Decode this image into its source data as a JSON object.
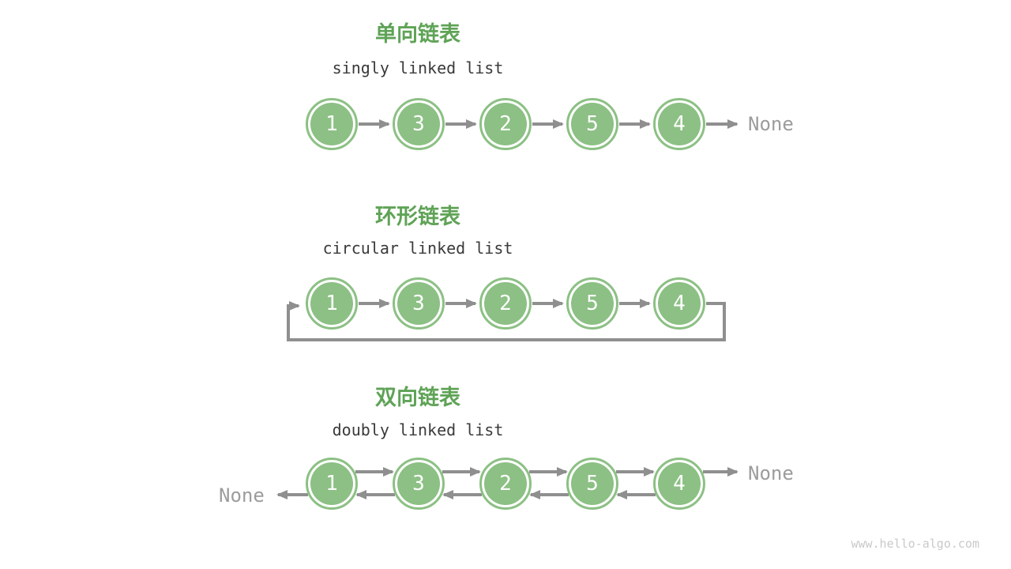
{
  "colors": {
    "title_green": "#5FA356",
    "node_green": "#8CC084",
    "arrow_gray": "#8F8F8F",
    "subtitle_dark": "#3A3A3A",
    "none_gray": "#9C9C9C",
    "watermark_gray": "#C9C9C9",
    "background": "#FFFFFF"
  },
  "sections": [
    {
      "id": "singly",
      "title": "单向链表",
      "subtitle": "singly linked list",
      "values": [
        "1",
        "3",
        "2",
        "5",
        "4"
      ],
      "none_right": "None"
    },
    {
      "id": "circular",
      "title": "环形链表",
      "subtitle": "circular linked list",
      "values": [
        "1",
        "3",
        "2",
        "5",
        "4"
      ]
    },
    {
      "id": "doubly",
      "title": "双向链表",
      "subtitle": "doubly linked list",
      "values": [
        "1",
        "3",
        "2",
        "5",
        "4"
      ],
      "none_left": "None",
      "none_right": "None"
    }
  ],
  "watermark": "www.hello-algo.com"
}
